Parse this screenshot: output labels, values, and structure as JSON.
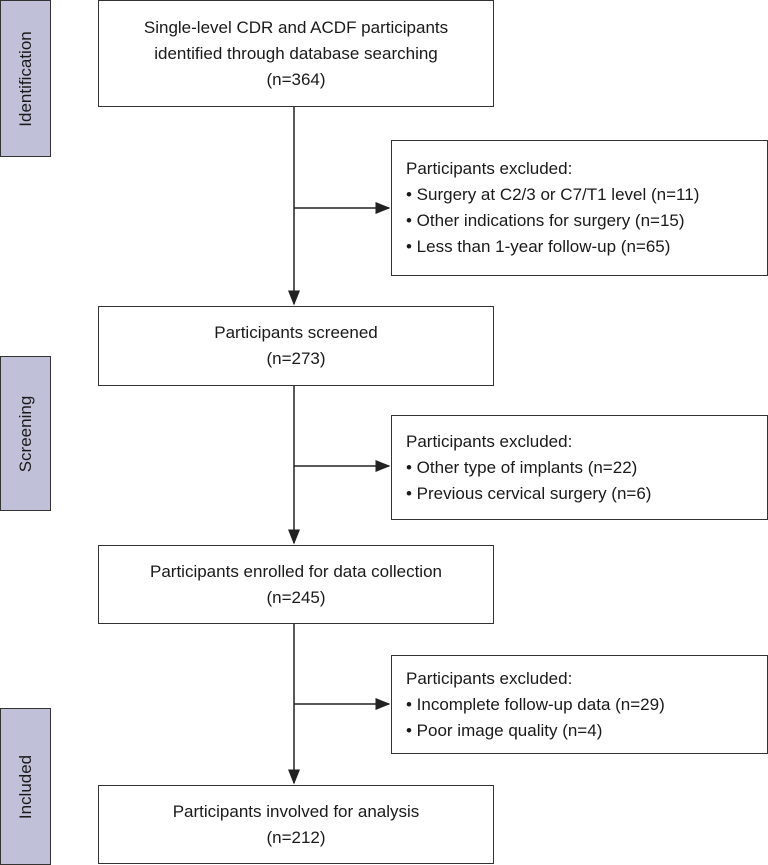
{
  "stages": [
    "Identification",
    "Screening",
    "Included"
  ],
  "boxes": [
    {
      "lines": [
        "Single-level CDR and ACDF participants",
        "identified through database searching",
        "(n=364)"
      ]
    },
    {
      "lines": [
        "Participants screened",
        "(n=273)"
      ]
    },
    {
      "lines": [
        "Participants enrolled for data collection",
        "(n=245)"
      ]
    },
    {
      "lines": [
        "Participants involved for analysis",
        "(n=212)"
      ]
    }
  ],
  "exclusions": [
    {
      "title": "Participants excluded:",
      "items": [
        "• Surgery at C2/3 or C7/T1 level (n=11)",
        "• Other indications for surgery (n=15)",
        "• Less than 1-year follow-up (n=65)"
      ]
    },
    {
      "title": "Participants excluded:",
      "items": [
        "• Other type of implants (n=22)",
        "• Previous cervical surgery (n=6)"
      ]
    },
    {
      "title": "Participants excluded:",
      "items": [
        "• Incomplete follow-up data (n=29)",
        "• Poor image quality (n=4)"
      ]
    }
  ]
}
